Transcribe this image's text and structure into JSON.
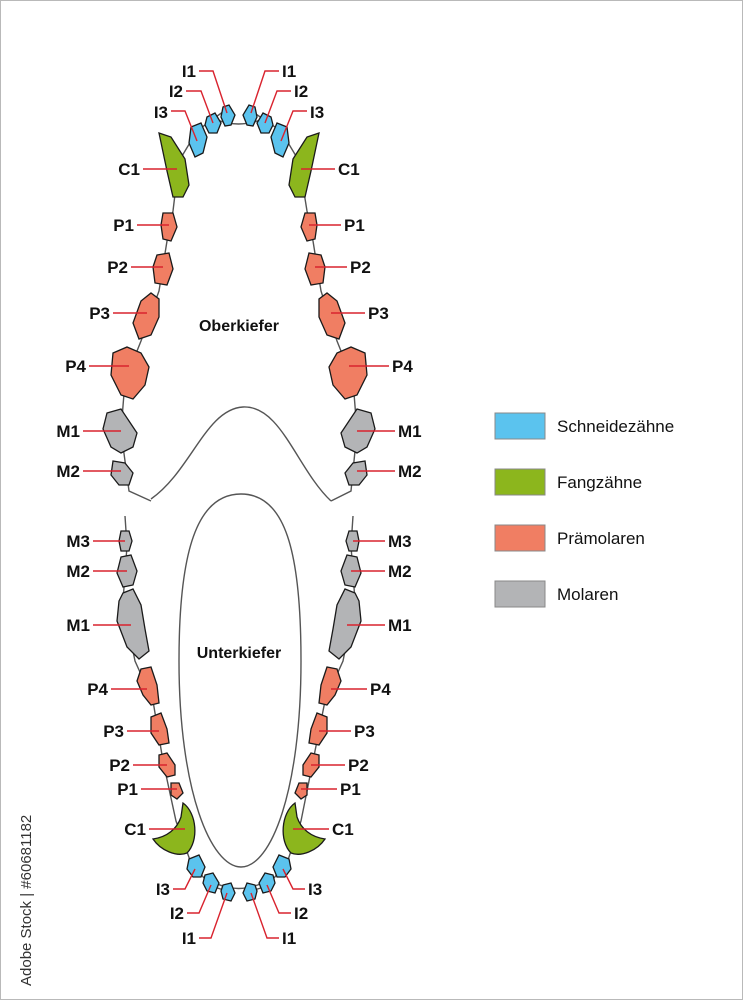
{
  "colors": {
    "incisor": "#5bc3ee",
    "canine": "#8cb61d",
    "premolar": "#f07e63",
    "molar": "#b3b4b6",
    "leader": "#d9232e",
    "outline": "#1a1a1a"
  },
  "jaw_labels": {
    "upper": "Oberkiefer",
    "lower": "Unterkiefer"
  },
  "upper_teeth": {
    "i1": "I1",
    "i2": "I2",
    "i3": "I3",
    "c1": "C1",
    "p1": "P1",
    "p2": "P2",
    "p3": "P3",
    "p4": "P4",
    "m1": "M1",
    "m2": "M2"
  },
  "lower_teeth": {
    "m3": "M3",
    "m2": "M2",
    "m1": "M1",
    "p4": "P4",
    "p3": "P3",
    "p2": "P2",
    "p1": "P1",
    "c1": "C1",
    "i3": "I3",
    "i2": "I2",
    "i1": "I1"
  },
  "legend": [
    {
      "label": "Schneidezähne",
      "color": "#5bc3ee"
    },
    {
      "label": "Fangzähne",
      "color": "#8cb61d"
    },
    {
      "label": "Prämolaren",
      "color": "#f07e63"
    },
    {
      "label": "Molaren",
      "color": "#b3b4b6"
    }
  ],
  "watermark": "Adobe Stock | #60681182"
}
